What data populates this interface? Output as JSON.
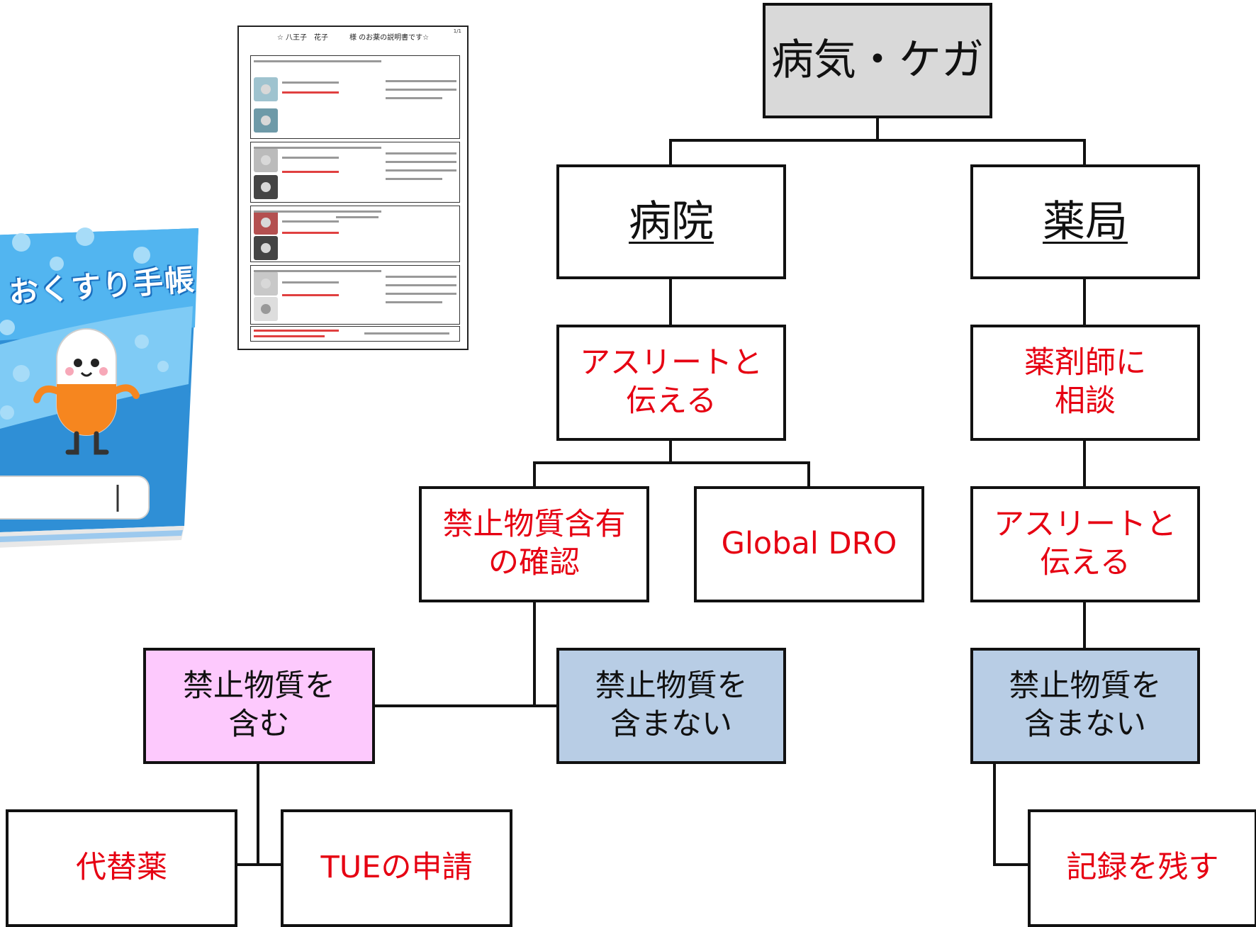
{
  "illustrations": {
    "notebook_title": "おくすり手帳",
    "sheet_title": "☆ 八王子　花子　　　様 のお薬の説明書です☆",
    "sheet_page": "1/1"
  },
  "nodes": {
    "root": "病気・ケガ",
    "hospital": "病院",
    "pharmacy": "薬局",
    "tell_athlete_h": "アスリートと\n伝える",
    "consult_pharmacist": "薬剤師に\n相談",
    "check_prohibited": "禁止物質含有\nの確認",
    "global_dro": "Global DRO",
    "tell_athlete_p": "アスリートと\n伝える",
    "contains": "禁止物質を\n含む",
    "not_contains_h": "禁止物質を\n含まない",
    "not_contains_p": "禁止物質を\n含まない",
    "alternative": "代替薬",
    "tue": "TUEの申請",
    "record": "記録を残す"
  },
  "colors": {
    "text_red": "#e60012",
    "root_fill": "#d9d9d9",
    "contains_fill": "#fdc9fd",
    "not_contains_fill": "#b8cde5",
    "border": "#111111",
    "notebook_blue": "#3aa0e6"
  }
}
